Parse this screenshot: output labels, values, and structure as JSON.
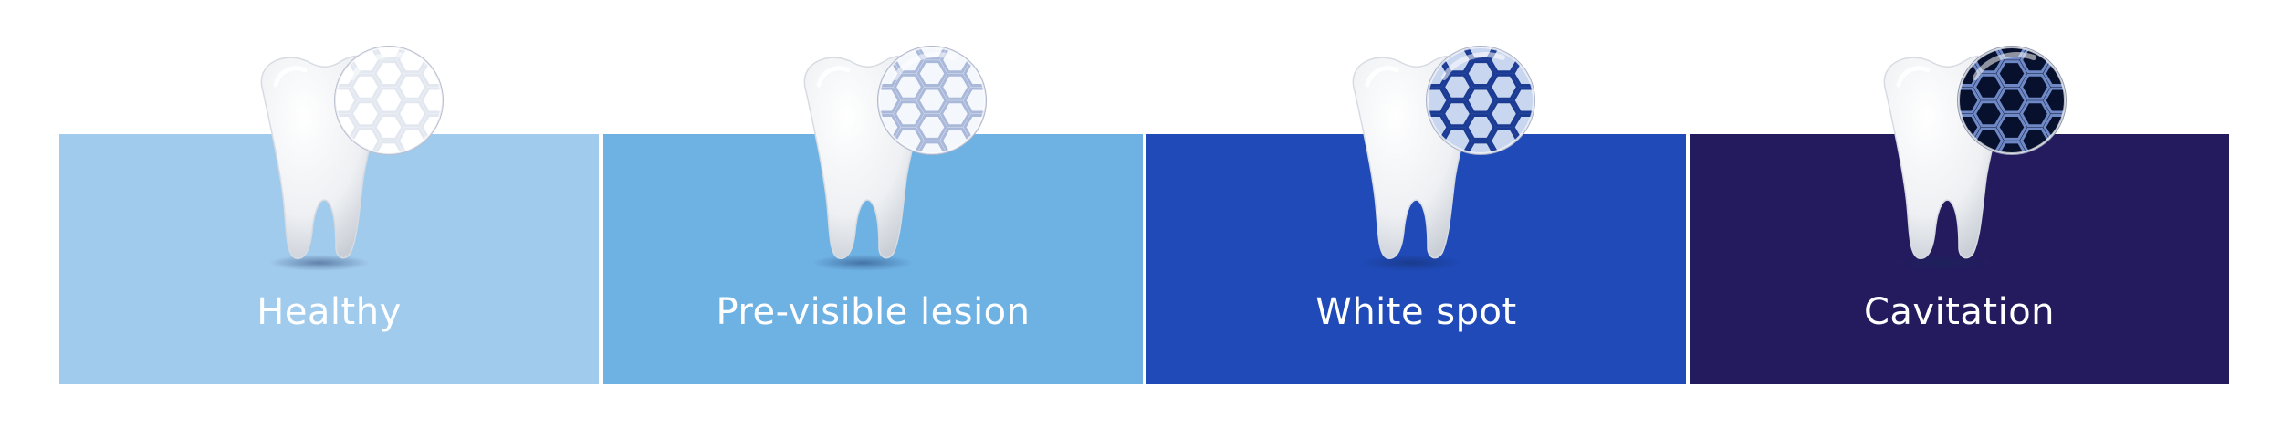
{
  "stages": [
    {
      "label": "Healthy",
      "panel_color": "#a1cbec",
      "lens_bg": "#f3f5f9",
      "lens_cell": "#ffffff",
      "lens_line": "#e3e8f0",
      "lens_ring": "#b9bed0"
    },
    {
      "label": "Pre-visible lesion",
      "panel_color": "#6eb1e3",
      "lens_bg": "#dfe6f3",
      "lens_cell": "#f4f7fc",
      "lens_line": "#aab8da",
      "lens_ring": "#aeb6cc"
    },
    {
      "label": "White spot",
      "panel_color": "#1f4ab7",
      "lens_bg": "#2c4fa8",
      "lens_cell": "#c9d6ef",
      "lens_line": "#1c3b93",
      "lens_ring": "#a9b2c8"
    },
    {
      "label": "Cavitation",
      "panel_color": "#241b5e",
      "lens_bg": "#0c1533",
      "lens_cell": "#07112e",
      "lens_line": "#6f88c6",
      "lens_ring": "#8f98b0"
    }
  ]
}
